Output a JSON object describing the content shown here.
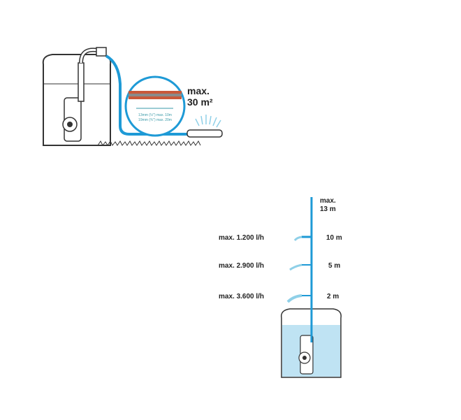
{
  "top_diagram": {
    "area_label_line1": "max.",
    "area_label_line2": "30 m²",
    "hose_spec_1": "13mm (½\") max. 10m",
    "hose_spec_2": "19mm (¾\") max. 20m"
  },
  "bottom_diagram": {
    "max_height_line1": "max.",
    "max_height_line2": "13 m",
    "levels": [
      {
        "flow": "max. 1.200 l/h",
        "height": "10 m"
      },
      {
        "flow": "max. 2.900 l/h",
        "height": "5 m"
      },
      {
        "flow": "max. 3.600 l/h",
        "height": "2 m"
      }
    ]
  },
  "colors": {
    "water": "#1e9ad6",
    "water_light": "#bfe3f3",
    "hose_stripe": "#c8583a",
    "outline": "#333333"
  }
}
